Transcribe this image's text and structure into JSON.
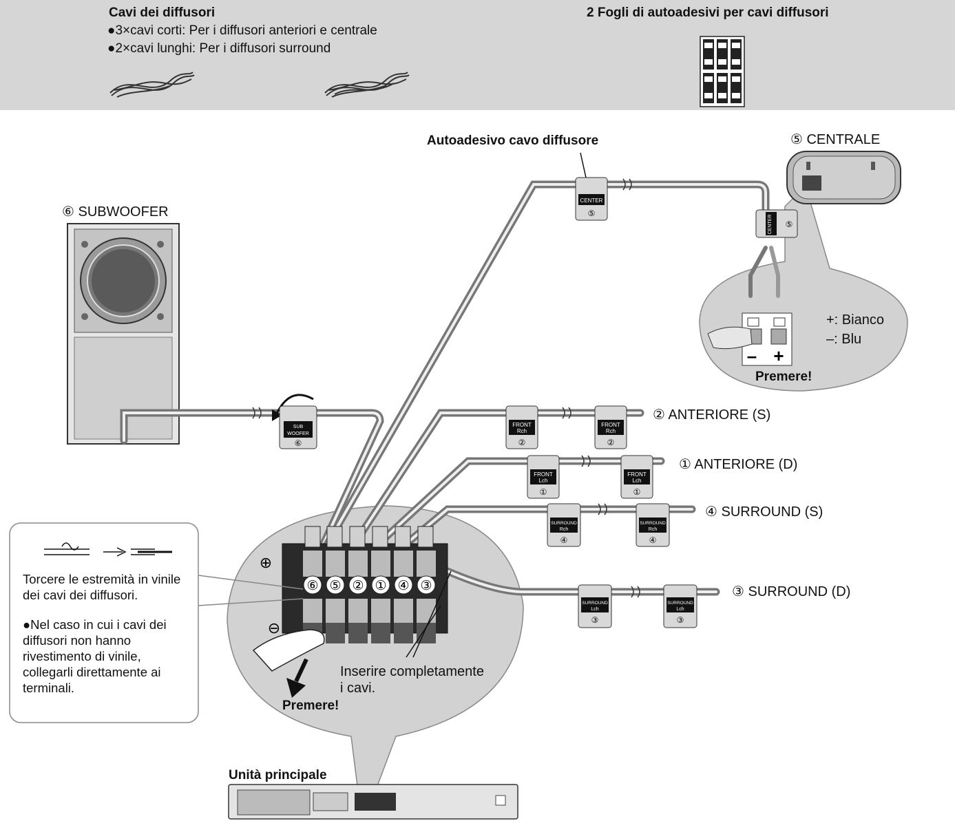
{
  "header": {
    "cables_title": "Cavi dei diffusori",
    "cables_line1": "●3×cavi corti: Per i diffusori anteriori e centrale",
    "cables_line2": "●2×cavi lunghi: Per i diffusori surround",
    "stickers_title": "2 Fogli di autoadesivi per cavi diffusori"
  },
  "callouts": {
    "sticker_label": "Autoadesivo cavo diffusore",
    "center_speaker": "⑤ CENTRALE",
    "subwoofer": "⑥ SUBWOOFER",
    "front_left": "② ANTERIORE (S)",
    "front_right": "① ANTERIORE (D)",
    "surround_left": "④ SURROUND (S)",
    "surround_right": "③ SURROUND (D)",
    "main_unit": "Unità principale"
  },
  "center_detail": {
    "plus_label": "+: Bianco",
    "minus_label": "–: Blu",
    "press": "Premere!",
    "minus_sign": "–",
    "plus_sign": "+"
  },
  "terminal_detail": {
    "plus_symbol": "⊕",
    "minus_symbol": "⊖",
    "numbers": [
      "⑥",
      "⑤",
      "②",
      "①",
      "④",
      "③"
    ],
    "insert_line1": "Inserire completamente",
    "insert_line2": "i cavi.",
    "press": "Premere!"
  },
  "note_box": {
    "twist_text": "Torcere le estremità in vinile dei cavi dei diffusori.",
    "bullet_text": "●Nel caso in cui i cavi dei diffusori non hanno rivestimento di vinile, collegarli direttamente ai terminali."
  },
  "tags": {
    "center": [
      "CENTER",
      "⑤"
    ],
    "sub": [
      "SUB",
      "WOOFER",
      "⑥"
    ],
    "front_r": [
      "FRONT",
      "Rch",
      "②"
    ],
    "front_l": [
      "FRONT",
      "Lch",
      "①"
    ],
    "surr_r": [
      "SURROUND",
      "Rch",
      "④"
    ],
    "surr_l": [
      "SURROUND",
      "Lch",
      "③"
    ]
  },
  "colors": {
    "header_bg": "#d6d6d6",
    "bubble_gray": "#d2d2d2",
    "cable_dark": "#6e6e6e",
    "tag_black": "#111111"
  }
}
